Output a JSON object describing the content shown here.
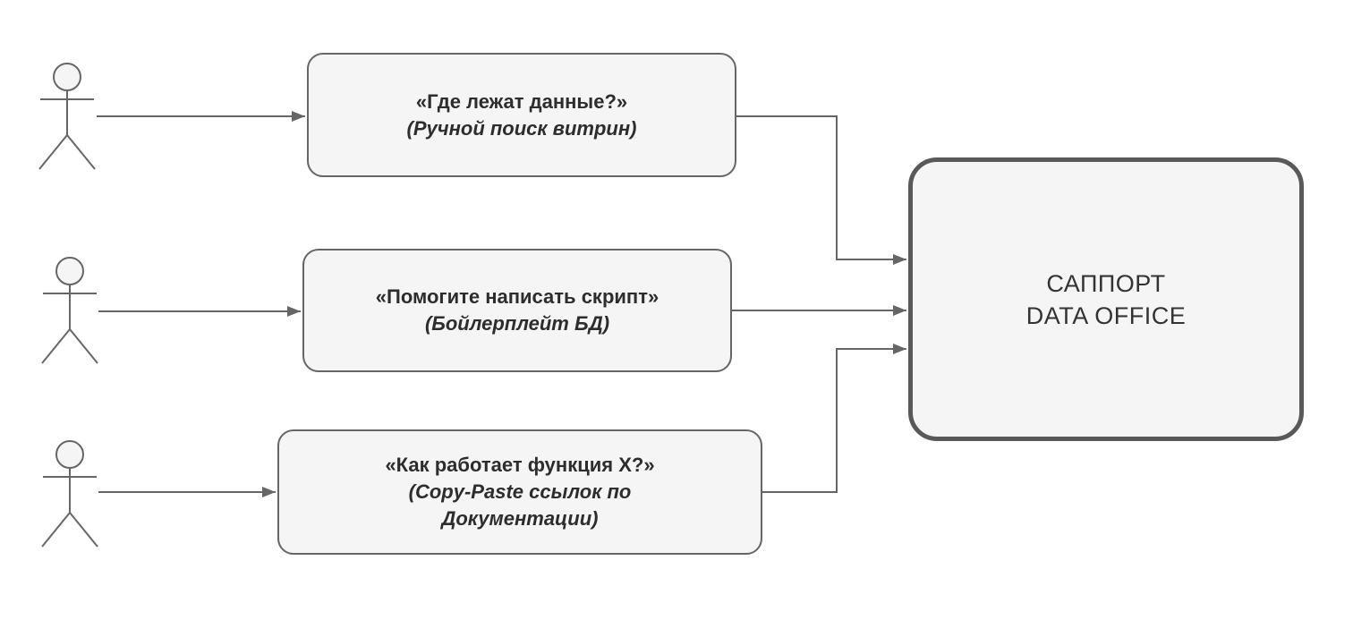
{
  "colors": {
    "background": "#ffffff",
    "node_fill": "#f5f5f5",
    "node_stroke": "#666666",
    "support_stroke": "#595959",
    "wire": "#666666",
    "text": "#2d2d2d"
  },
  "nodes": {
    "question1": {
      "title": "«Где лежат данные?»",
      "subtitle": "(Ручной поиск витрин)"
    },
    "question2": {
      "title": "«Помогите написать скрипт»",
      "subtitle": "(Бойлерплейт БД)"
    },
    "question3": {
      "title": "«Как работает функция X?»",
      "subtitle": "(Copy-Paste ссылок по\nДокументации)"
    },
    "support": {
      "title": "САППОРТ\nDATA OFFICE"
    }
  }
}
